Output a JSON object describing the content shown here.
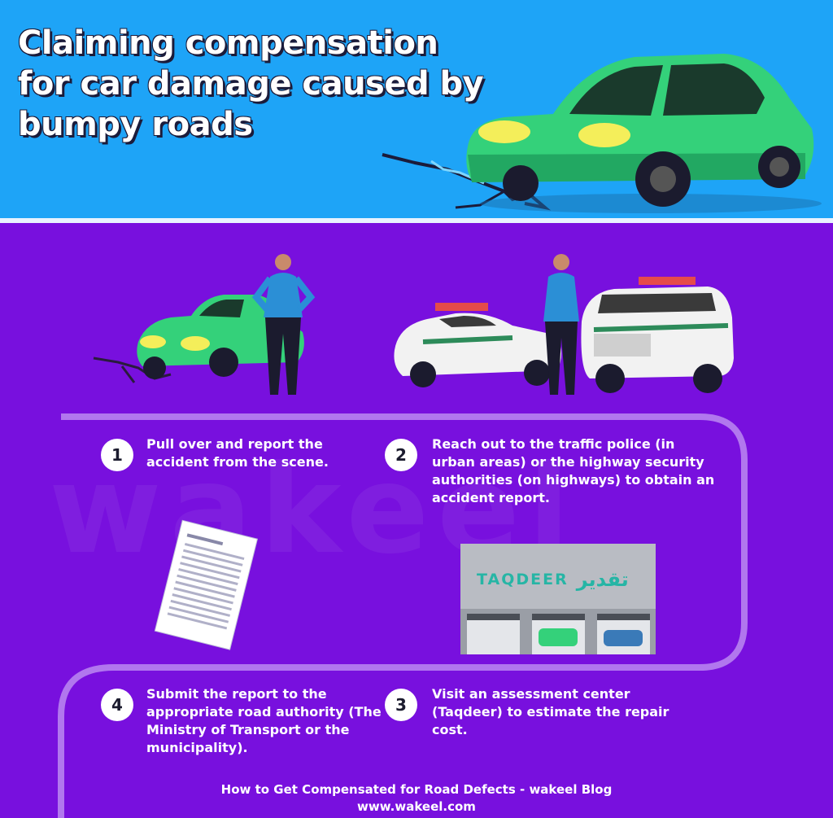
{
  "title": "Claiming compensation for car damage caused by bumpy roads",
  "steps": [
    {
      "number": "1",
      "text": "Pull over and report the accident from the scene."
    },
    {
      "number": "2",
      "text": "Reach out to the traffic police (in urban areas) or the highway security authorities (on highways) to obtain an accident report."
    },
    {
      "number": "3",
      "text": "Visit an assessment center (Taqdeer) to estimate the repair cost."
    },
    {
      "number": "4",
      "text": "Submit the report to the appropriate road authority (The Ministry of Transport or the municipality)."
    }
  ],
  "sign": {
    "latin": "TAQDEER",
    "arabic": "تقدير"
  },
  "watermark": "wakeel",
  "footer": {
    "line1": "How to Get Compensated for Road Defects - wakeel Blog",
    "line2": "www.wakeel.com"
  },
  "colors": {
    "header": "#1ea4f7",
    "body": "#7810de",
    "car": "#34d17a",
    "text": "#ffffff"
  }
}
